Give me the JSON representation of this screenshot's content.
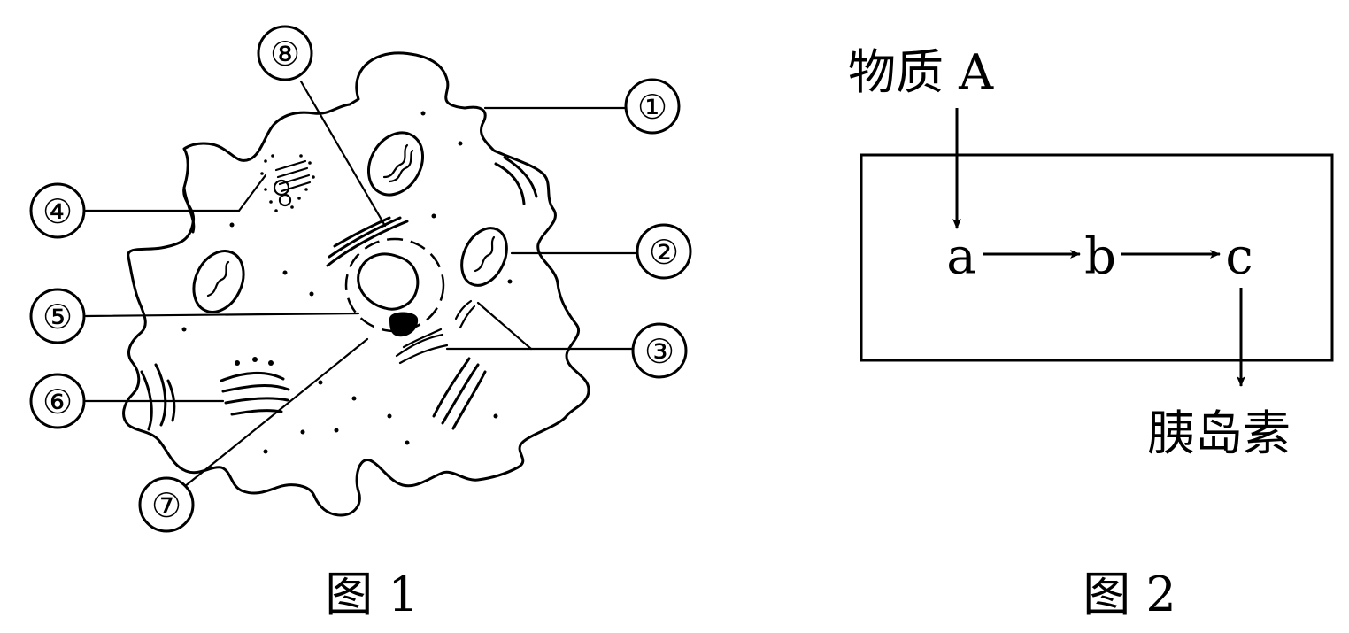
{
  "figure1": {
    "caption": "图 1",
    "markers": [
      "①",
      "②",
      "③",
      "④",
      "⑤",
      "⑥",
      "⑦",
      "⑧"
    ]
  },
  "figure2": {
    "caption": "图 2",
    "input_label": "物质 A",
    "steps": [
      "a",
      "b",
      "c"
    ],
    "output_label": "胰岛素"
  }
}
